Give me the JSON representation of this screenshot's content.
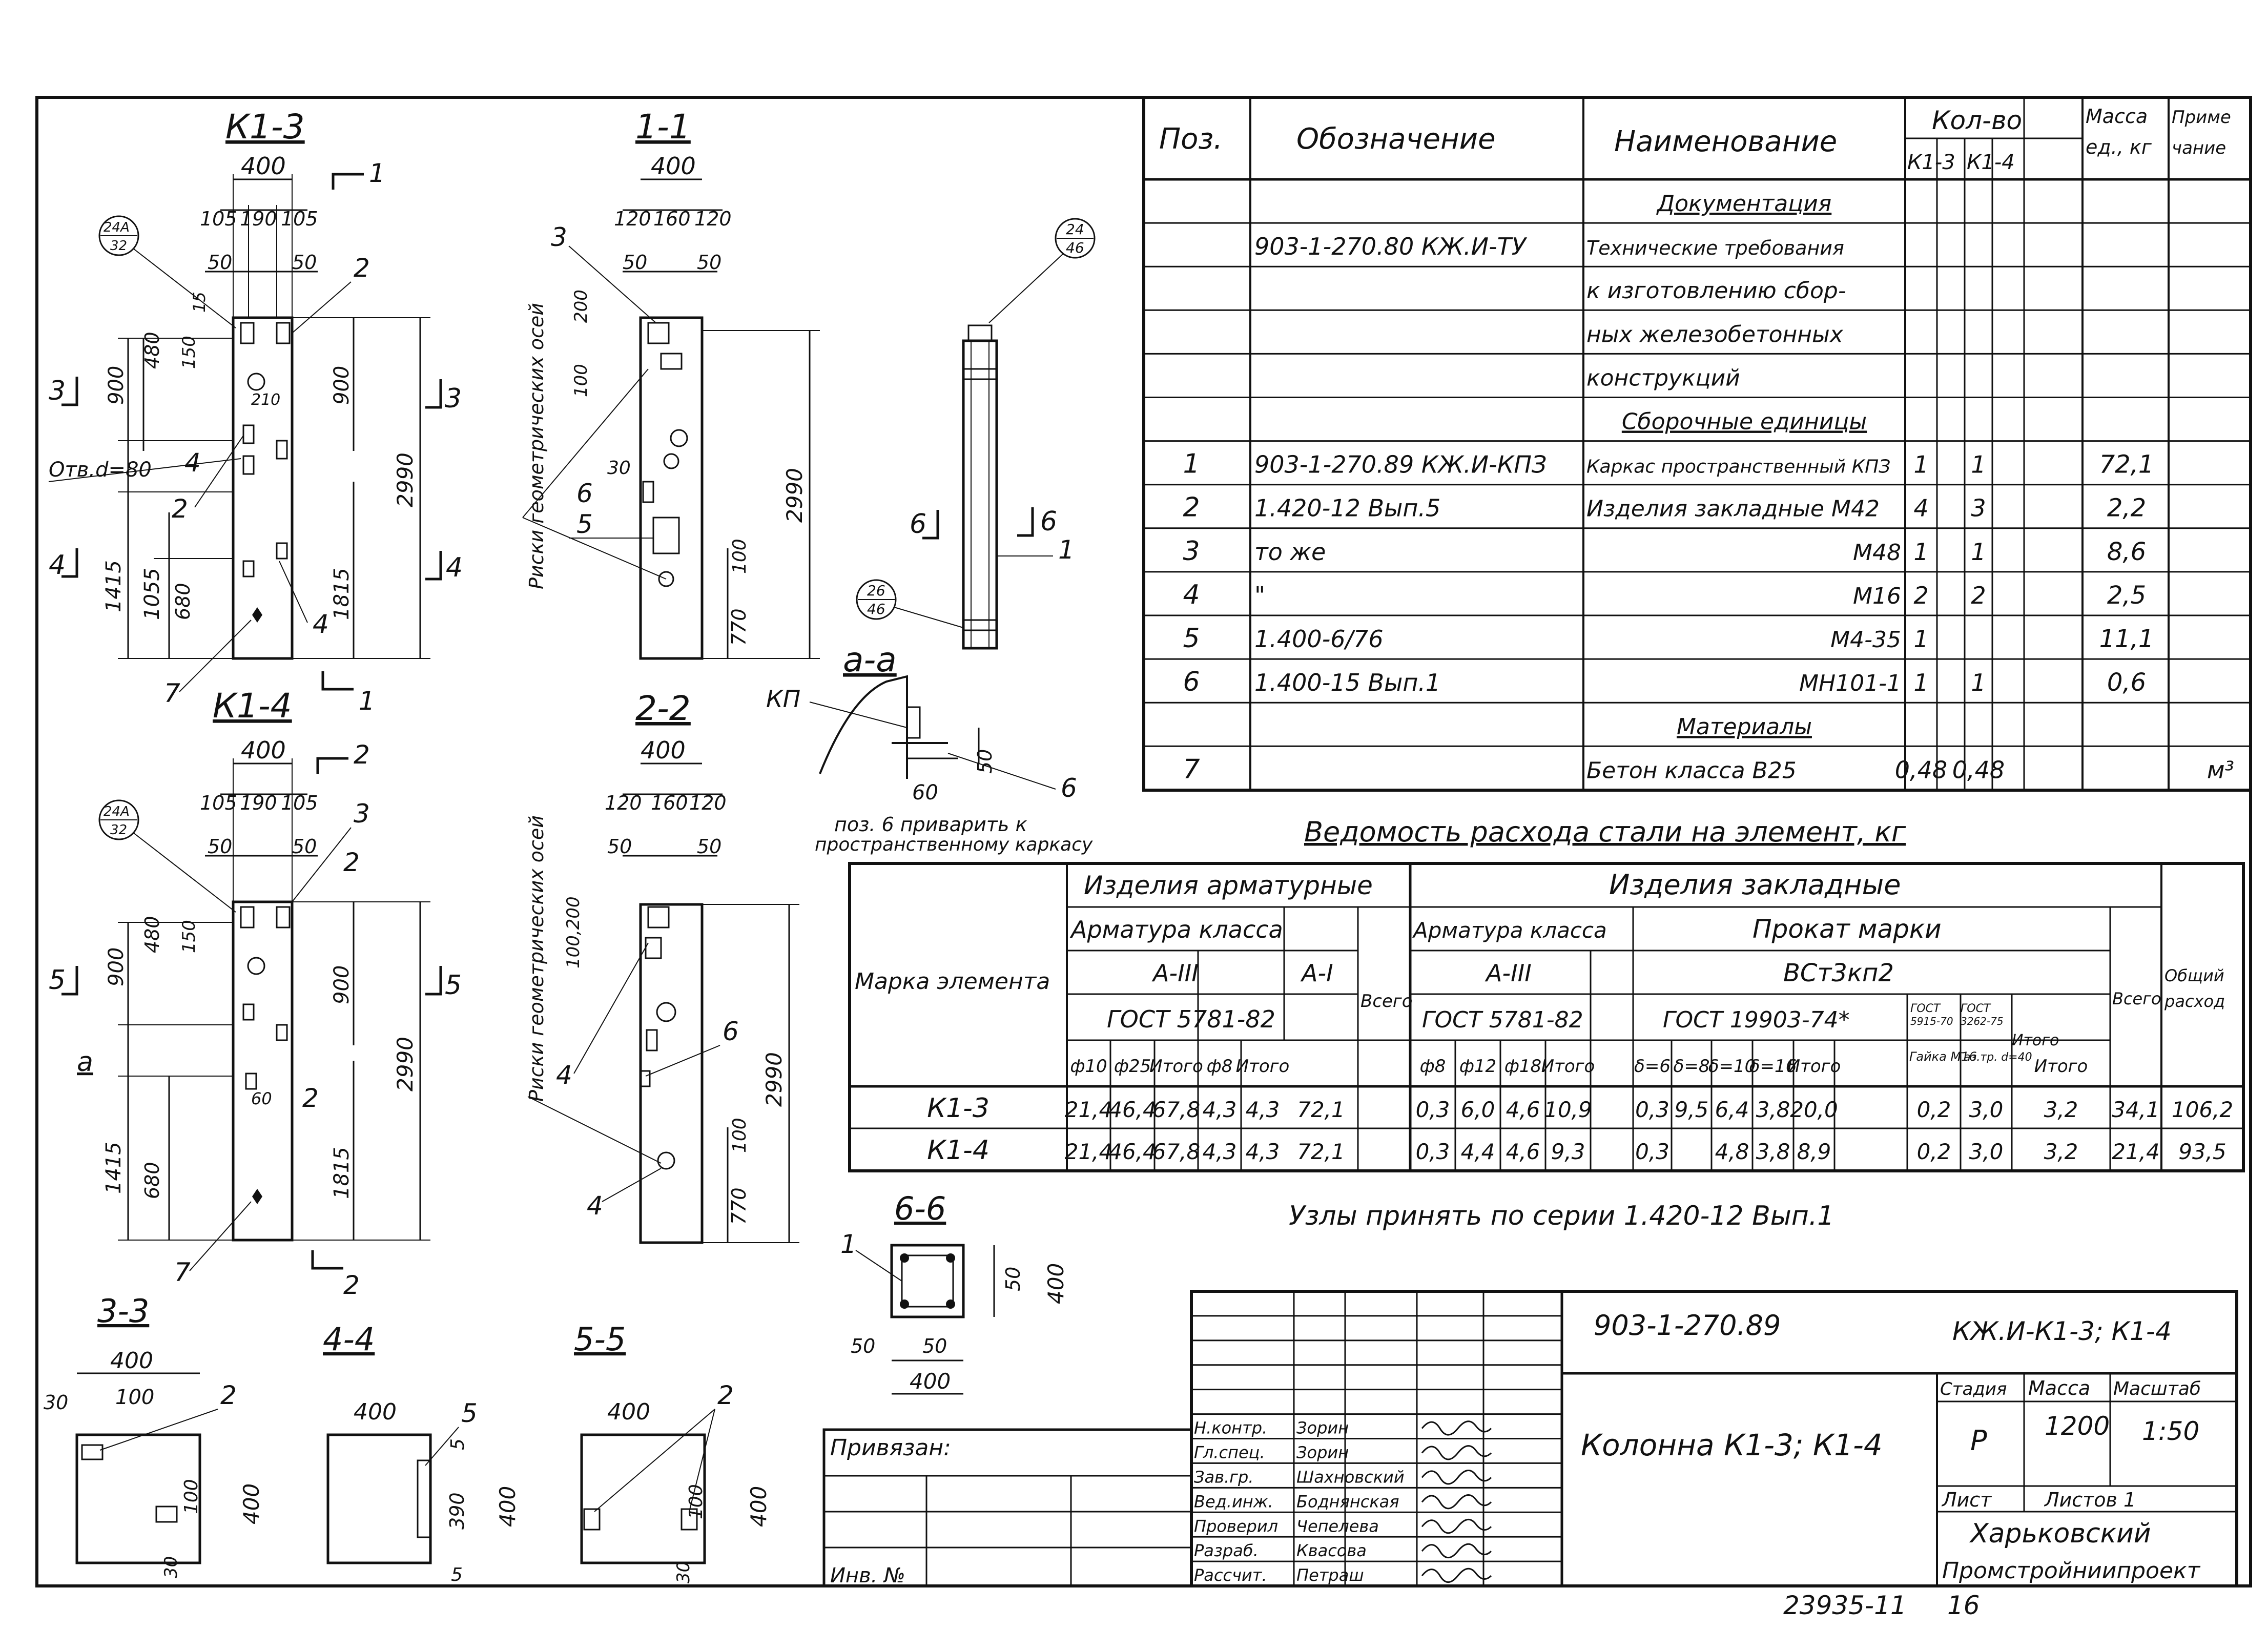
{
  "views": {
    "k13_title": "К1-3",
    "k14_title": "К1-4",
    "s11_title": "1-1",
    "s22_title": "2-2",
    "s33_title": "3-3",
    "s44_title": "4-4",
    "s55_title": "5-5",
    "s66_title": "6-6",
    "aa_title": "а-а",
    "axis_marks": "Риски геометрических осей",
    "hole_note": "Отв.d=80",
    "kp_label": "КП",
    "pos6_note_1": "поз. 6 приварить к",
    "pos6_note_2": "пространственному каркасу",
    "callout_24a": "24А",
    "callout_32": "32",
    "callout_24": "24",
    "callout_46a": "46",
    "callout_26": "26",
    "callout_46b": "46",
    "nodes_note": "Узлы принять по серии 1.420-12 Вып.1"
  },
  "dims": {
    "d400": "400",
    "d105": "105",
    "d190": "190",
    "d50": "50",
    "d15": "15",
    "d480": "480",
    "d150": "150",
    "d900": "900",
    "d1415": "1415",
    "d1055": "1055",
    "d680": "680",
    "d2990": "2990",
    "d1815": "1815",
    "d210": "210",
    "d200": "200",
    "d120": "120",
    "d160": "160",
    "d100": "100",
    "d770": "770",
    "d60": "60",
    "d30": "30",
    "d390": "390",
    "d5": "5",
    "sec3": "3",
    "sec4": "4",
    "sec5": "5",
    "sec6": "6",
    "sec1": "1",
    "sec2": "2",
    "sec_a": "а"
  },
  "spec": {
    "headers": {
      "pos": "Поз.",
      "designation": "Обозначение",
      "name": "Наименование",
      "qty": "Кол-во",
      "qty_k13": "К1-3",
      "qty_k14": "К1-4",
      "mass": "Масса ед., кг",
      "note": "Приме чание"
    },
    "rows": [
      {
        "pos": "",
        "designation": "",
        "name": "Документация",
        "k13": "",
        "k14": "",
        "mass": "",
        "note": ""
      },
      {
        "pos": "",
        "designation": "903-1-270.80 КЖ.И-ТУ",
        "name": "Технические требования",
        "k13": "",
        "k14": "",
        "mass": "",
        "note": ""
      },
      {
        "pos": "",
        "designation": "",
        "name": "к изготовлению сбор-",
        "k13": "",
        "k14": "",
        "mass": "",
        "note": ""
      },
      {
        "pos": "",
        "designation": "",
        "name": "ных железобетонных",
        "k13": "",
        "k14": "",
        "mass": "",
        "note": ""
      },
      {
        "pos": "",
        "designation": "",
        "name": "конструкций",
        "k13": "",
        "k14": "",
        "mass": "",
        "note": ""
      },
      {
        "pos": "",
        "designation": "",
        "name": "Сборочные единицы",
        "k13": "",
        "k14": "",
        "mass": "",
        "note": ""
      },
      {
        "pos": "1",
        "designation": "903-1-270.89 КЖ.И-КПЗ",
        "name": "Каркас пространственный КПЗ",
        "k13": "1",
        "k14": "1",
        "mass": "72,1",
        "note": ""
      },
      {
        "pos": "2",
        "designation": "1.420-12   Вып.5",
        "name": "Изделия закладные М42",
        "k13": "4",
        "k14": "3",
        "mass": "2,2",
        "note": ""
      },
      {
        "pos": "3",
        "designation": "то же",
        "name": "М48",
        "k13": "1",
        "k14": "1",
        "mass": "8,6",
        "note": ""
      },
      {
        "pos": "4",
        "designation": "\"",
        "name": "М16",
        "k13": "2",
        "k14": "2",
        "mass": "2,5",
        "note": ""
      },
      {
        "pos": "5",
        "designation": "1.400-6/76",
        "name": "М4-35",
        "k13": "1",
        "k14": "",
        "mass": "11,1",
        "note": ""
      },
      {
        "pos": "6",
        "designation": "1.400-15   Вып.1",
        "name": "МН101-1",
        "k13": "1",
        "k14": "1",
        "mass": "0,6",
        "note": ""
      },
      {
        "pos": "",
        "designation": "",
        "name": "Материалы",
        "k13": "",
        "k14": "",
        "mass": "",
        "note": ""
      },
      {
        "pos": "7",
        "designation": "",
        "name": "Бетон класса В25",
        "k13": "0,48",
        "k14": "0,48",
        "mass": "",
        "note": "м³"
      }
    ]
  },
  "steel": {
    "title": "Ведомость расхода стали на элемент, кг",
    "h_mark": "Марка элемента",
    "h_arm": "Изделия арматурные",
    "h_emb": "Изделия закладные",
    "h_armclass": "Арматура класса",
    "h_a3": "А-III",
    "h_a1": "А-I",
    "h_gost5781": "ГОСТ 5781-82",
    "h_total": "Всего",
    "h_armclass2": "Арматура класса",
    "h_a3b": "А-III",
    "h_gost5781b": "ГОСТ 5781-82",
    "h_prokat": "Прокат марки",
    "h_vst": "ВСт3кп2",
    "h_gost19903": "ГОСТ 19903-74*",
    "h_gost5915": "ГОСТ 5915-70",
    "h_gost3262": "ГОСТ 3262-75",
    "h_nut": "Гайка М16",
    "h_pipe": "Газ.тр. d=40",
    "h_total2": "Итого",
    "h_total3": "Всего",
    "h_common": "Общий расход",
    "cols": [
      "ф10",
      "ф25",
      "Итого",
      "ф8",
      "Итого",
      "",
      "ф8",
      "ф12",
      "ф18",
      "Итого",
      "δ=6",
      "δ=8",
      "δ=10",
      "δ=16",
      "Итого",
      "",
      "",
      "Итого",
      "",
      ""
    ],
    "rows": [
      {
        "mark": "К1-3",
        "vals": [
          "21,4",
          "46,4",
          "67,8",
          "4,3",
          "4,3",
          "72,1",
          "0,3",
          "6,0",
          "4,6",
          "10,9",
          "0,3",
          "9,5",
          "6,4",
          "3,8",
          "20,0",
          "0,2",
          "3,0",
          "3,2",
          "34,1",
          "106,2"
        ]
      },
      {
        "mark": "К1-4",
        "vals": [
          "21,4",
          "46,4",
          "67,8",
          "4,3",
          "4,3",
          "72,1",
          "0,3",
          "4,4",
          "4,6",
          "9,3",
          "0,3",
          "",
          "4,8",
          "3,8",
          "8,9",
          "0,2",
          "3,0",
          "3,2",
          "21,4",
          "93,5"
        ]
      }
    ]
  },
  "stamp": {
    "code": "903-1-270.89",
    "sheet_code": "КЖ.И-К1-3; К1-4",
    "title": "Колонна К1-3; К1-4",
    "stage_h": "Стадия",
    "mass_h": "Масса",
    "scale_h": "Масштаб",
    "stage": "Р",
    "mass": "1200",
    "scale": "1:50",
    "sheet_h": "Лист",
    "sheets_h": "Листов 1",
    "org1": "Харьковский",
    "org2": "Промстройниипроект",
    "linked": "Привязан:",
    "inv": "Инв. №",
    "roles": [
      {
        "role": "Н.контр.",
        "name": "Зорин"
      },
      {
        "role": "Гл.спец.",
        "name": "Зорин"
      },
      {
        "role": "Зав.гр.",
        "name": "Шахновский"
      },
      {
        "role": "Вед.инж.",
        "name": "Боднянская"
      },
      {
        "role": "Проверил",
        "name": "Чепелева"
      },
      {
        "role": "Разраб.",
        "name": "Квасова"
      },
      {
        "role": "Рассчит.",
        "name": "Петраш"
      }
    ],
    "footer": "23935-11",
    "footer_page": "16"
  }
}
